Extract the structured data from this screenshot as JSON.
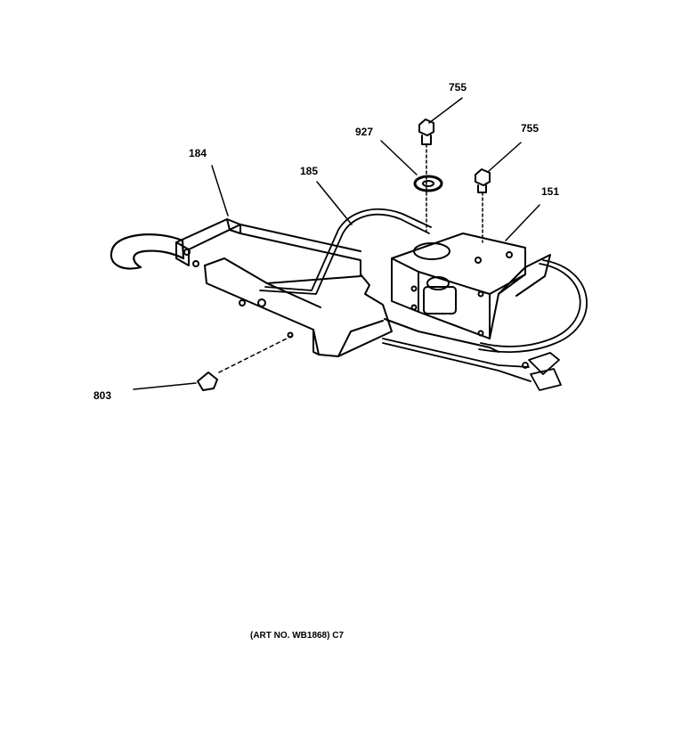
{
  "callouts": {
    "c755_top": "755",
    "c927": "927",
    "c755_right": "755",
    "c184": "184",
    "c185": "185",
    "c151": "151",
    "c803": "803"
  },
  "caption": "(ART NO. WB1868) C7",
  "colors": {
    "ink": "#000000",
    "paper": "#ffffff"
  }
}
